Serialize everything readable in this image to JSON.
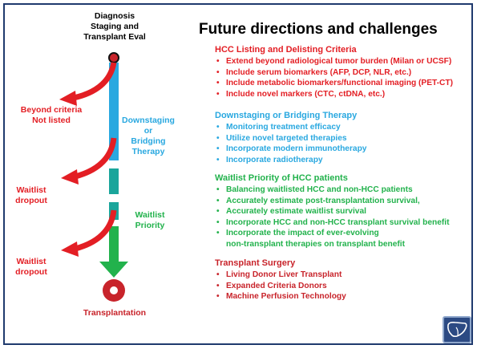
{
  "colors": {
    "red": "#e31e24",
    "blue": "#29a8e0",
    "teal": "#1aa59b",
    "green": "#22b24c",
    "navy": "#1f3a6e",
    "dark_red": "#c8242b"
  },
  "timeline": {
    "top_label": "Diagnosis\nStaging and\nTransplant Eval",
    "downstaging_label": "Downstaging\nor\nBridging\nTherapy",
    "waitlist_label": "Waitlist\nPriority",
    "beyond_label": "Beyond criteria\nNot listed",
    "dropout1_label": "Waitlist\ndropout",
    "dropout2_label": "Waitlist\ndropout",
    "bottom_label": "Transplantation"
  },
  "main": {
    "title": "Future directions and challenges",
    "sections": [
      {
        "heading": "HCC Listing and Delisting Criteria",
        "items": [
          "Extend beyond radiological tumor burden (Milan or UCSF)",
          "Include serum biomarkers (AFP, DCP, NLR, etc.)",
          "Include metabolic biomarkers/functional imaging (PET-CT)",
          "Include novel markers (CTC, ctDNA, etc.)"
        ]
      },
      {
        "heading": "Downstaging or Bridging Therapy",
        "items": [
          "Monitoring treatment efficacy",
          "Utilize novel targeted therapies",
          "Incorporate modern immunotherapy",
          "Incorporate radiotherapy"
        ]
      },
      {
        "heading": "Waitlist Priority of HCC patients",
        "items": [
          "Balancing waitlisted HCC and non-HCC patients",
          "Accurately estimate post-transplantation survival,",
          "Accurately estimate waitlist survival",
          "Incorporate HCC and non-HCC transplant survival benefit",
          "Incorporate the impact of ever-evolving\nnon-transplant therapies on transplant benefit"
        ]
      },
      {
        "heading": "Transplant Surgery",
        "items": [
          "Living Donor Liver Transplant",
          "Expanded Criteria Donors",
          "Machine Perfusion Technology"
        ]
      }
    ]
  },
  "logo": {
    "icon": "liver-icon"
  }
}
